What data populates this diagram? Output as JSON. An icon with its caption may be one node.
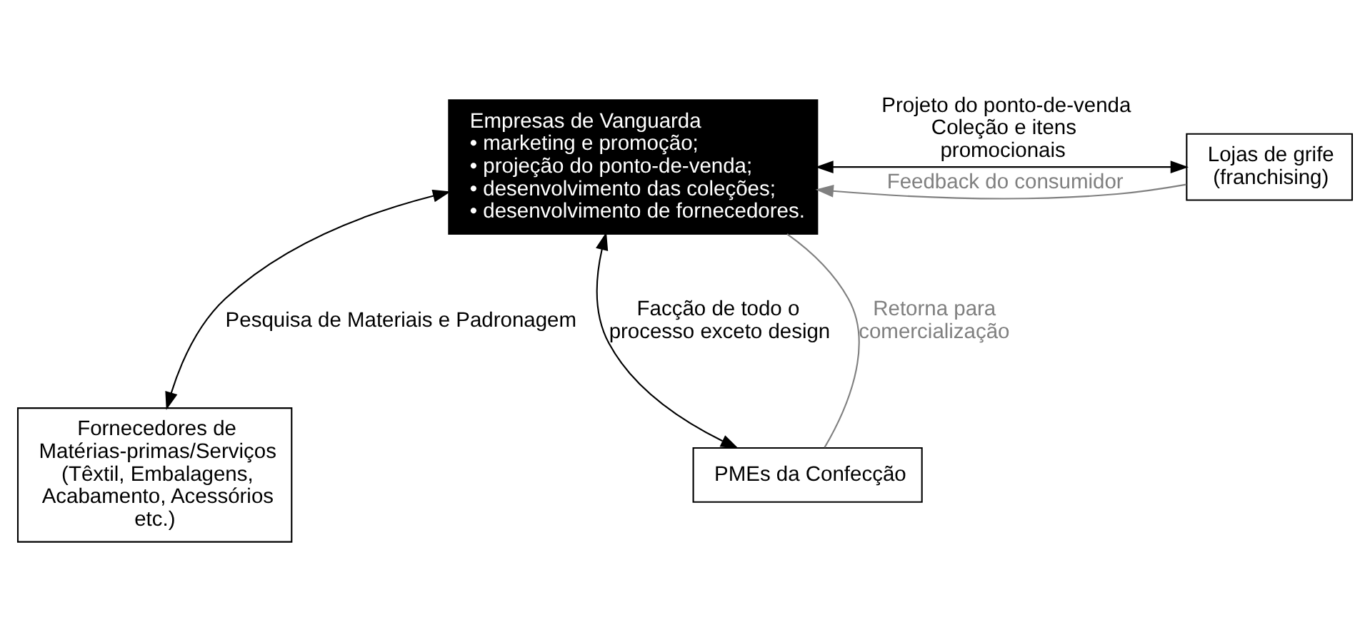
{
  "diagram": {
    "nodes": [
      {
        "text": [
          "Empresas de Vanguarda",
          "• marketing e promoção;",
          "• projeção do ponto-de-venda;",
          "• desenvolvimento das coleções;",
          "• desenvolvimento de fornecedores."
        ]
      },
      {
        "text": [
          "Lojas de grife (franchising)"
        ]
      },
      {
        "text": [
          "PMEs da Confecção"
        ]
      },
      {
        "text": [
          "Fornecedores de Matérias-primas/Serviços (Têxtil, Embalagens, Acabamento, Acessórios etc.)"
        ]
      }
    ],
    "edges": [
      {
        "from": 0,
        "to": 1,
        "arrow": "both",
        "label": "Projeto do ponto-de-venda Coleção e itens promocionais"
      },
      {
        "from": 1,
        "to": 0,
        "arrow": "to",
        "label": "Feedback do consumidor",
        "color": "#808080"
      },
      {
        "from": 2,
        "to": 0,
        "arrow": "both",
        "label": "Facção de todo o processo exceto design"
      },
      {
        "from": 2,
        "to": 0,
        "arrow": "none",
        "label": "Retorna para comercialização",
        "color": "#808080"
      },
      {
        "from": 0,
        "to": 3,
        "arrow": "both",
        "label": "Pesquisa de Materiais e Padronagem"
      }
    ]
  }
}
